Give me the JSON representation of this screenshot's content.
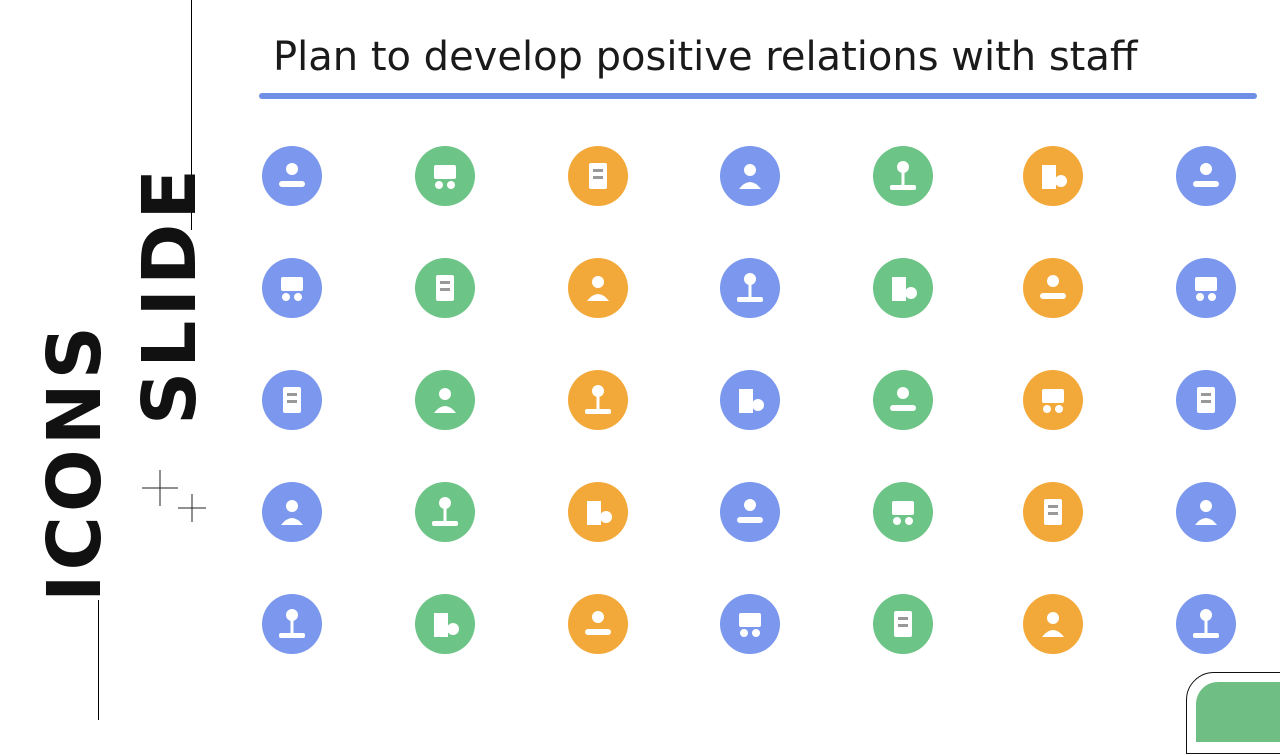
{
  "slide": {
    "title": "Plan to develop positive relations with staff",
    "side_word_1": "ICONS",
    "side_word_2": "SLIDE"
  },
  "colors": {
    "blue": "#7b98ee",
    "green": "#6cc486",
    "orange": "#f3a93a",
    "accent_bar": "#6f8fe6"
  },
  "icon_rows": [
    [
      "hand-key-icon",
      "team-discussion-icon",
      "finance-calculator-icon",
      "employee-feedback-icon",
      "growth-plant-money-icon",
      "office-building-info-icon",
      "calendar-icon"
    ],
    [
      "trophy-hand-icon",
      "resume-search-icon",
      "mobile-approval-icon",
      "checklist-clipboard-icon",
      "online-meeting-icon",
      "money-gift-icon",
      "kpi-laptop-icon"
    ],
    [
      "handshake-contract-icon",
      "rating-hand-icon",
      "settings-cycle-icon",
      "monitor-icon",
      "money-hand-icon",
      "team-idea-icon",
      "report-calendar-icon"
    ],
    [
      "team-cycle-icon",
      "info-document-icon",
      "task-list-icon",
      "process-cycle-icon",
      "team-meeting-icon",
      "team-brain-icon",
      "clipboard-chart-icon"
    ],
    [
      "shield-hand-icon",
      "ballot-box-icon",
      "search-icon",
      "team-group-icon",
      "presentation-icon",
      "calendar-chart-icon",
      "checklist-calendar-icon"
    ]
  ],
  "icon_colors": [
    [
      "blue",
      "green",
      "orange",
      "blue",
      "green",
      "orange",
      "blue"
    ],
    [
      "blue",
      "green",
      "orange",
      "blue",
      "green",
      "orange",
      "blue"
    ],
    [
      "blue",
      "green",
      "orange",
      "blue",
      "green",
      "orange",
      "blue"
    ],
    [
      "blue",
      "green",
      "orange",
      "blue",
      "green",
      "orange",
      "blue"
    ],
    [
      "blue",
      "green",
      "orange",
      "blue",
      "green",
      "orange",
      "blue"
    ]
  ]
}
